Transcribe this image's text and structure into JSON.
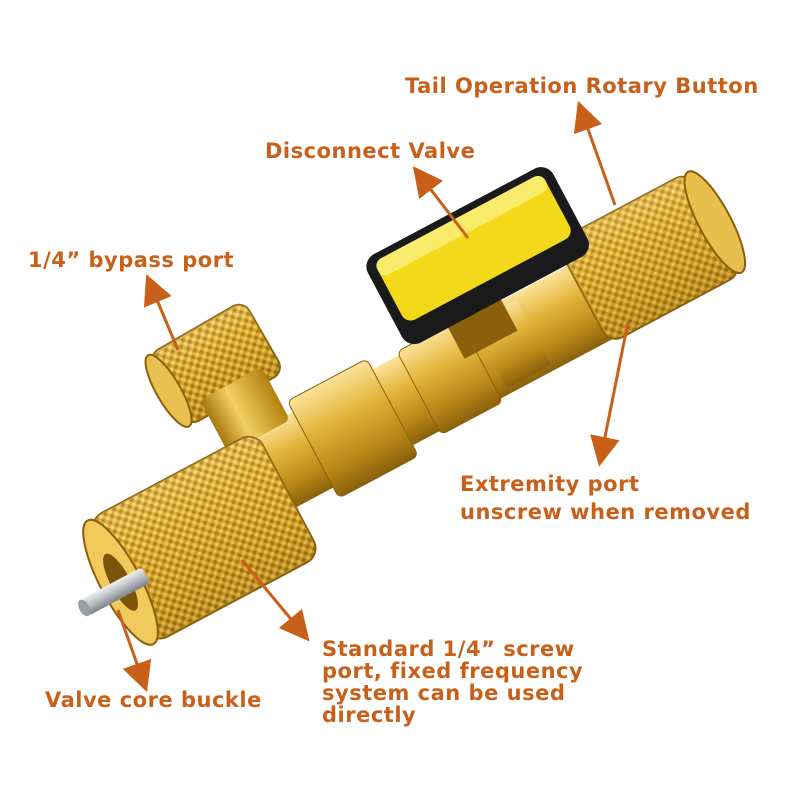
{
  "colors": {
    "label": "#c8601a",
    "arrow": "#c8601a",
    "brass": "#d9a52a",
    "brass_dark": "#a97611",
    "brass_light": "#f5d56a",
    "handle_yellow": "#f4d91a",
    "handle_black": "#1a1a1a",
    "core_silver": "#c0c4c8"
  },
  "labels": {
    "tail_operation": "Tail Operation Rotary Button",
    "disconnect_valve": "Disconnect Valve",
    "bypass_port": "1/4”  bypass port",
    "extremity_port": [
      "Extremity port",
      "unscrew when removed"
    ],
    "standard_port": [
      "Standard 1/4”  screw",
      "port, fixed frequency",
      "system can be used",
      "directly"
    ],
    "valve_core": "Valve core buckle"
  }
}
